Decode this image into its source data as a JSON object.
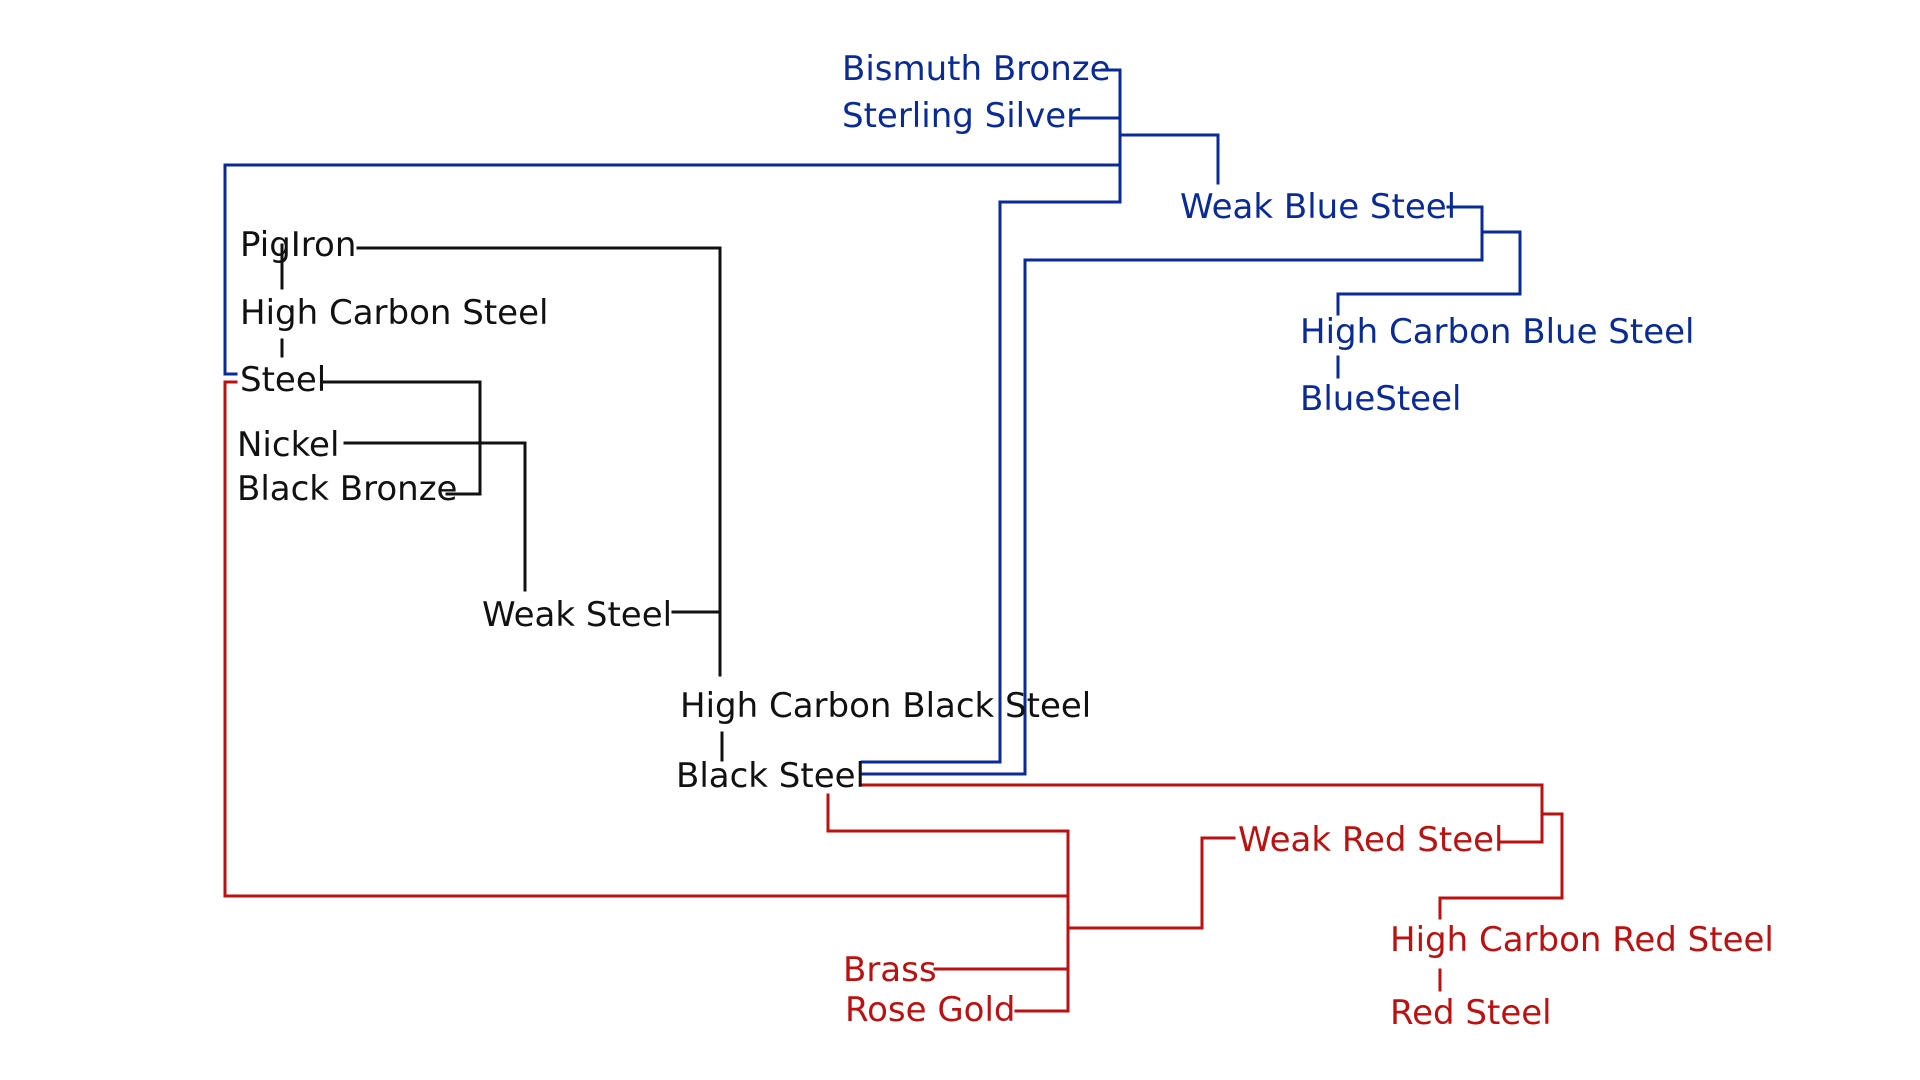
{
  "colors": {
    "black": "#111111",
    "blue": "#0a2a96",
    "red": "#bb1111",
    "background": "#ffffff"
  },
  "labels": {
    "bismuth_bronze": "Bismuth Bronze",
    "sterling_silver": "Sterling Silver",
    "weak_blue_steel": "Weak Blue Steel",
    "high_carbon_blue_steel": "High Carbon Blue Steel",
    "blue_steel": "BlueSteel",
    "pig_iron": "PigIron",
    "high_carbon_steel": "High Carbon Steel",
    "steel": "Steel",
    "nickel": "Nickel",
    "black_bronze": "Black Bronze",
    "weak_steel": "Weak Steel",
    "high_carbon_black_steel": "High Carbon Black Steel",
    "black_steel": "Black Steel",
    "weak_red_steel": "Weak Red Steel",
    "high_carbon_red_steel": "High Carbon Red Steel",
    "red_steel": "Red Steel",
    "brass": "Brass",
    "rose_gold": "Rose Gold"
  }
}
